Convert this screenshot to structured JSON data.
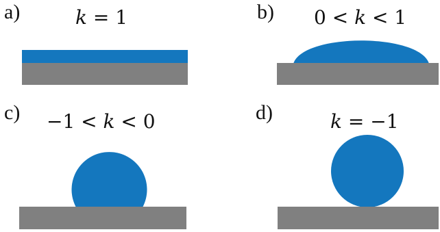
{
  "colors": {
    "droplet": "#1477be",
    "substrate": "#808080",
    "background": "#ffffff",
    "text": "#111111"
  },
  "panels": [
    {
      "letter": "a)",
      "condition_parts": [
        "",
        "k",
        " = 1"
      ],
      "shape": "wetting-film"
    },
    {
      "letter": "b)",
      "condition_parts": [
        "0 < ",
        "k",
        " < 1"
      ],
      "shape": "flat-cap-droplet"
    },
    {
      "letter": "c)",
      "condition_parts": [
        "−1 < ",
        "k",
        " < 0"
      ],
      "shape": "truncated-sphere-droplet"
    },
    {
      "letter": "d)",
      "condition_parts": [
        "",
        "k",
        " = −1"
      ],
      "shape": "sphere-droplet"
    }
  ]
}
